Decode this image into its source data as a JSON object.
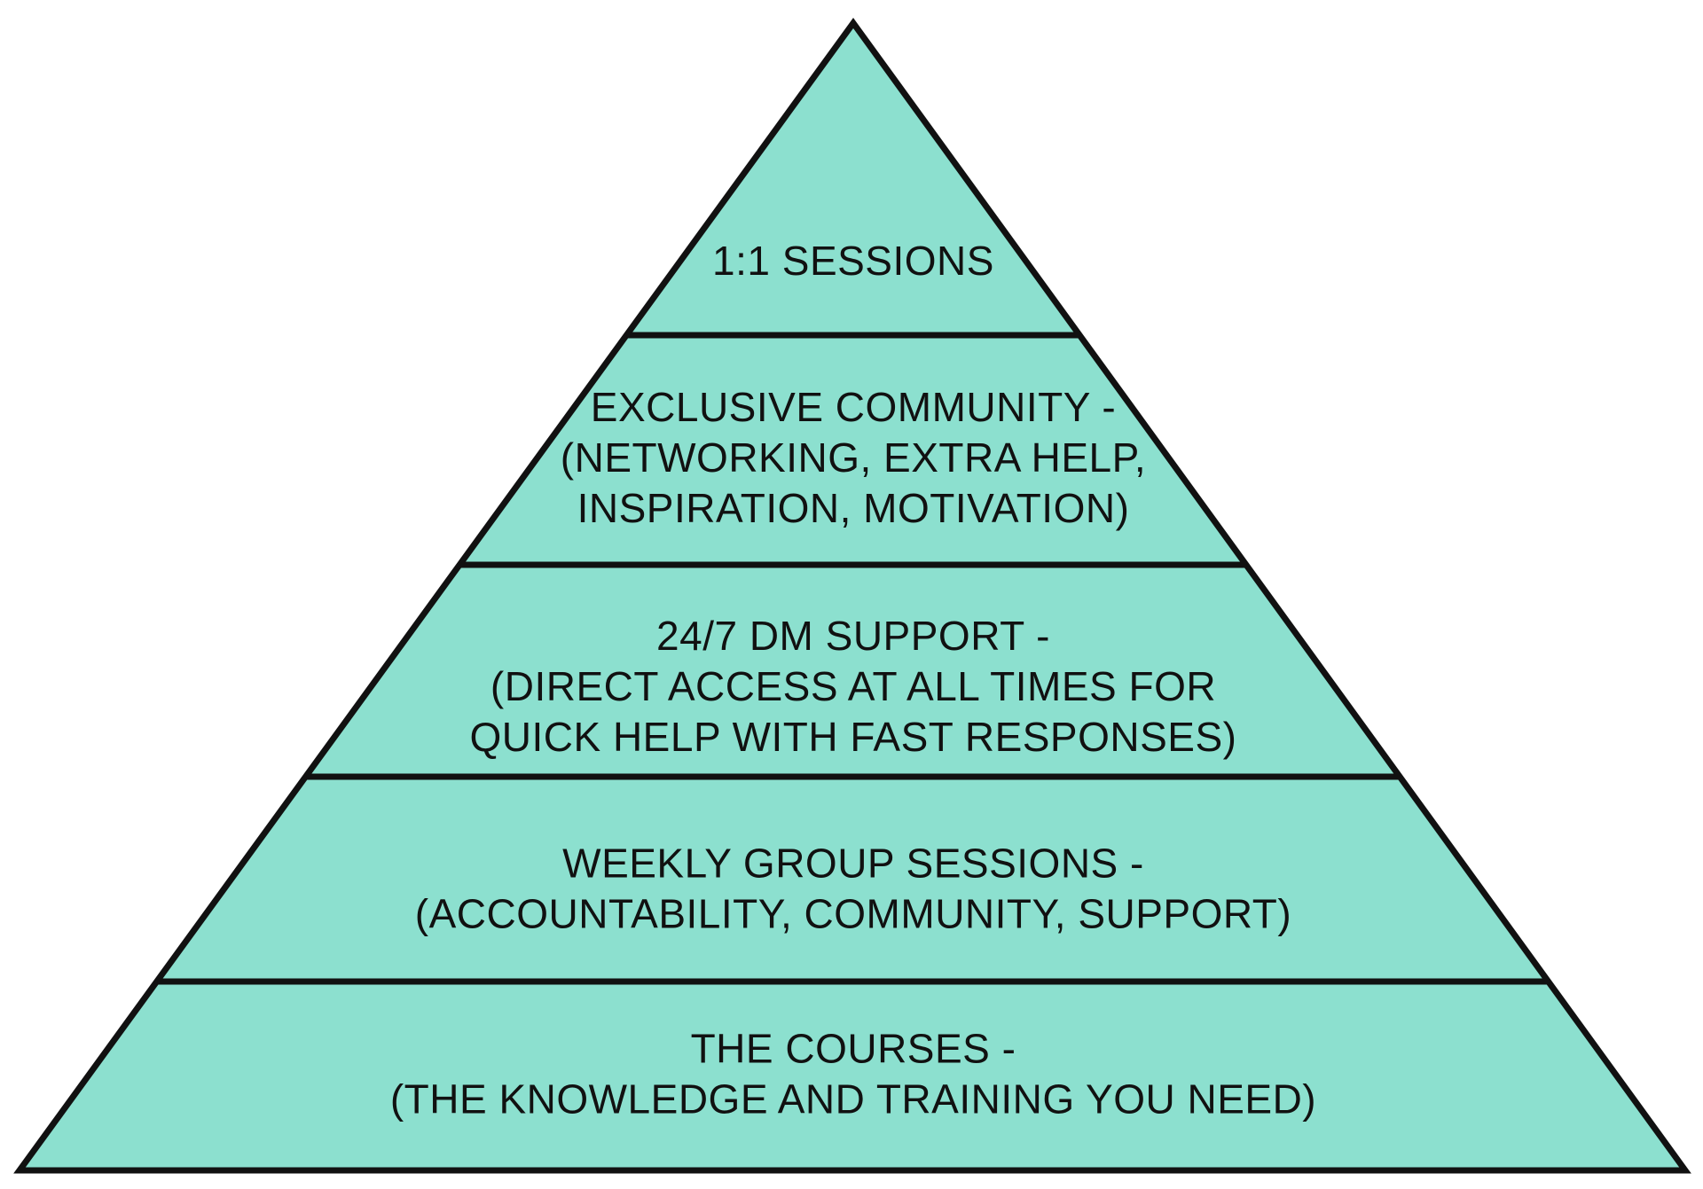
{
  "colors": {
    "fill": "#8ce0cf",
    "stroke": "#111111",
    "text": "#111111",
    "background": "#ffffff"
  },
  "tiers": [
    {
      "lines": [
        "1:1 SESSIONS"
      ]
    },
    {
      "lines": [
        "EXCLUSIVE COMMUNITY -",
        "(NETWORKING, EXTRA HELP,",
        "INSPIRATION, MOTIVATION)"
      ]
    },
    {
      "lines": [
        "24/7 DM SUPPORT -",
        "(DIRECT ACCESS AT ALL TIMES FOR",
        "QUICK HELP WITH FAST RESPONSES)"
      ]
    },
    {
      "lines": [
        "WEEKLY GROUP SESSIONS -",
        "(ACCOUNTABILITY, COMMUNITY, SUPPORT)"
      ]
    },
    {
      "lines": [
        "THE COURSES -",
        "(THE KNOWLEDGE AND TRAINING YOU NEED)"
      ]
    }
  ]
}
